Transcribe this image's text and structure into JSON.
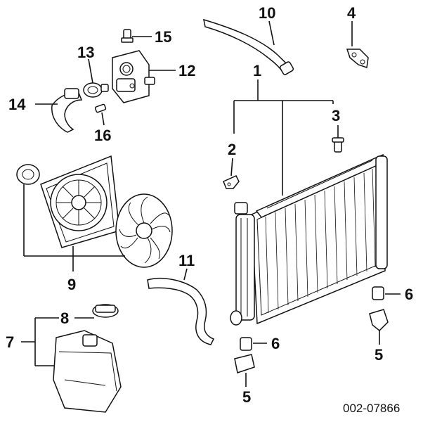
{
  "diagram": {
    "document_number": "002-07866",
    "callouts": [
      {
        "id": "c1",
        "label": "1"
      },
      {
        "id": "c2",
        "label": "2"
      },
      {
        "id": "c3",
        "label": "3"
      },
      {
        "id": "c4",
        "label": "4"
      },
      {
        "id": "c5a",
        "label": "5"
      },
      {
        "id": "c5b",
        "label": "5"
      },
      {
        "id": "c6a",
        "label": "6"
      },
      {
        "id": "c6b",
        "label": "6"
      },
      {
        "id": "c7",
        "label": "7"
      },
      {
        "id": "c8",
        "label": "8"
      },
      {
        "id": "c9",
        "label": "9"
      },
      {
        "id": "c10",
        "label": "10"
      },
      {
        "id": "c11",
        "label": "11"
      },
      {
        "id": "c12",
        "label": "12"
      },
      {
        "id": "c13",
        "label": "13"
      },
      {
        "id": "c14",
        "label": "14"
      },
      {
        "id": "c15",
        "label": "15"
      },
      {
        "id": "c16",
        "label": "16"
      }
    ]
  }
}
